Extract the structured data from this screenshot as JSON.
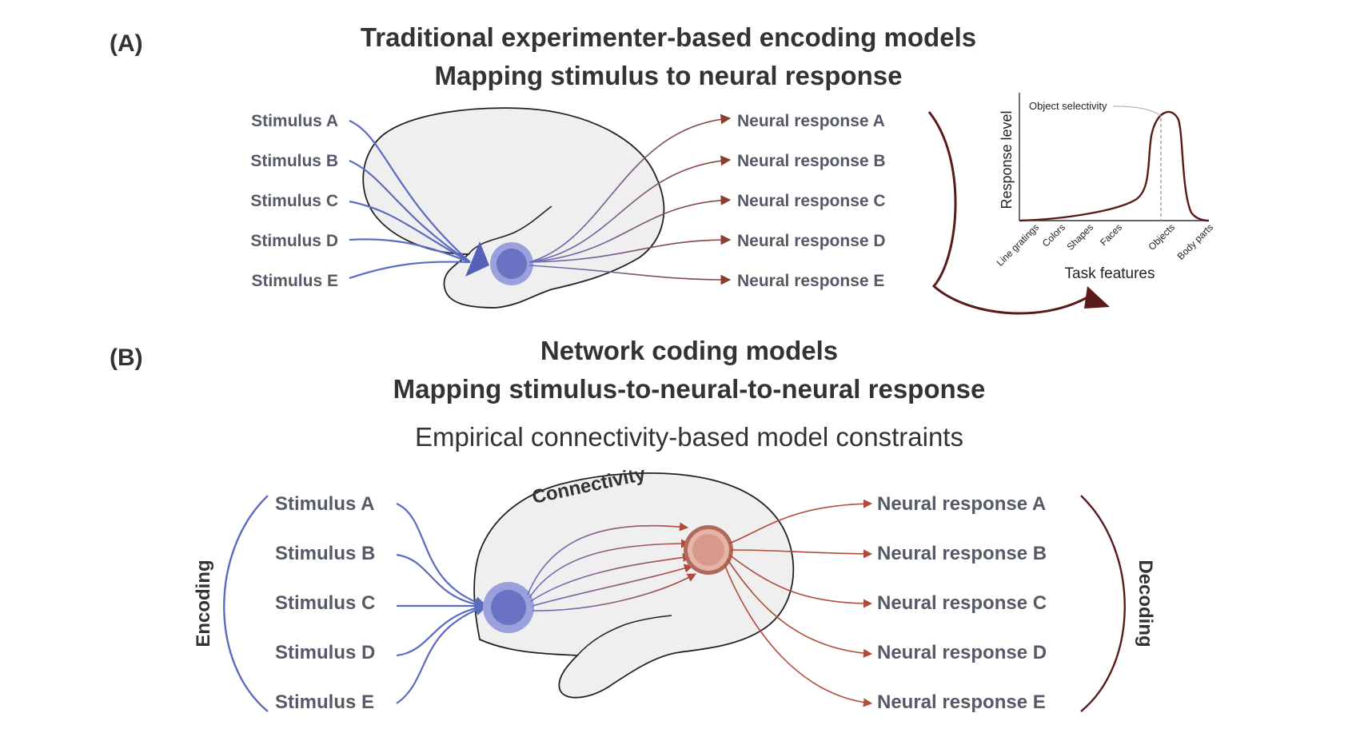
{
  "panel_a": {
    "label": "(A)",
    "title": "Traditional experimenter-based encoding models",
    "subtitle": "Mapping stimulus to neural response",
    "stimuli": [
      "Stimulus A",
      "Stimulus B",
      "Stimulus C",
      "Stimulus D",
      "Stimulus E"
    ],
    "responses": [
      "Neural response A",
      "Neural response B",
      "Neural response C",
      "Neural response D",
      "Neural response E"
    ],
    "inset": {
      "annotation": "Object selectivity",
      "ylabel": "Response level",
      "xlabel": "Task features",
      "categories": [
        "Line gratings",
        "Colors",
        "Shapes",
        "Faces",
        "Objects",
        "Body parts"
      ]
    }
  },
  "panel_b": {
    "label": "(B)",
    "title": "Network coding models",
    "subtitle": "Mapping stimulus-to-neural-to-neural response",
    "constraint": "Empirical connectivity-based model constraints",
    "connectivity_label": "Connectivity",
    "encoding_label": "Encoding",
    "decoding_label": "Decoding",
    "stimuli": [
      "Stimulus A",
      "Stimulus B",
      "Stimulus C",
      "Stimulus D",
      "Stimulus E"
    ],
    "responses": [
      "Neural response A",
      "Neural response B",
      "Neural response C",
      "Neural response D",
      "Neural response E"
    ]
  },
  "colors": {
    "blue": "#5b6bbf",
    "blue_node": "#6a72c4",
    "brown": "#8a3e32",
    "dark_brown": "#5a1a1a",
    "salmon_node": "#d9998a",
    "text_gray": "#555a66",
    "brain_fill": "#efefef"
  }
}
